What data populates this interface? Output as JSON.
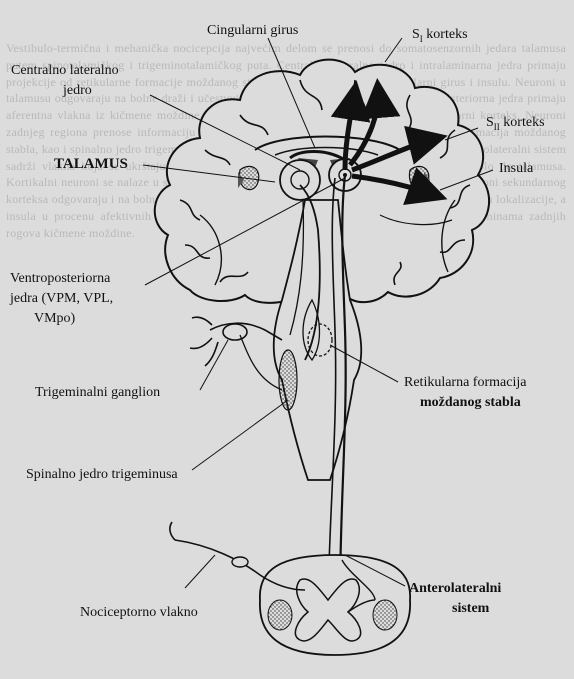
{
  "labels": {
    "cingulate": "Cingularni girus",
    "s1": "S",
    "s1_sub": "I",
    "s1_rest": " korteks",
    "s2": "S",
    "s2_sub": "II",
    "s2_rest": " korteks",
    "insula": "Insula",
    "central_lateral_1": "Centralno lateralno",
    "central_lateral_2": "jedro",
    "thalamus": "TALAMUS",
    "ventro_1": "Ventroposteriorna",
    "ventro_2": "jedra (VPM, VPL,",
    "ventro_3": "VMpo)",
    "trigeminal_ganglion": "Trigeminalni ganglion",
    "reticular_1": "Retikularna formacija",
    "reticular_2": "moždanog stabla",
    "spinal_trigeminal": "Spinalno jedro trigeminusa",
    "anterolateral_1": "Anterolateralni",
    "anterolateral_2": "sistem",
    "nociceptor": "Nociceptorno vlakno"
  },
  "colors": {
    "background": "#dcdcdc",
    "ink": "#111111",
    "ghost_text": "#9c9c9c"
  }
}
